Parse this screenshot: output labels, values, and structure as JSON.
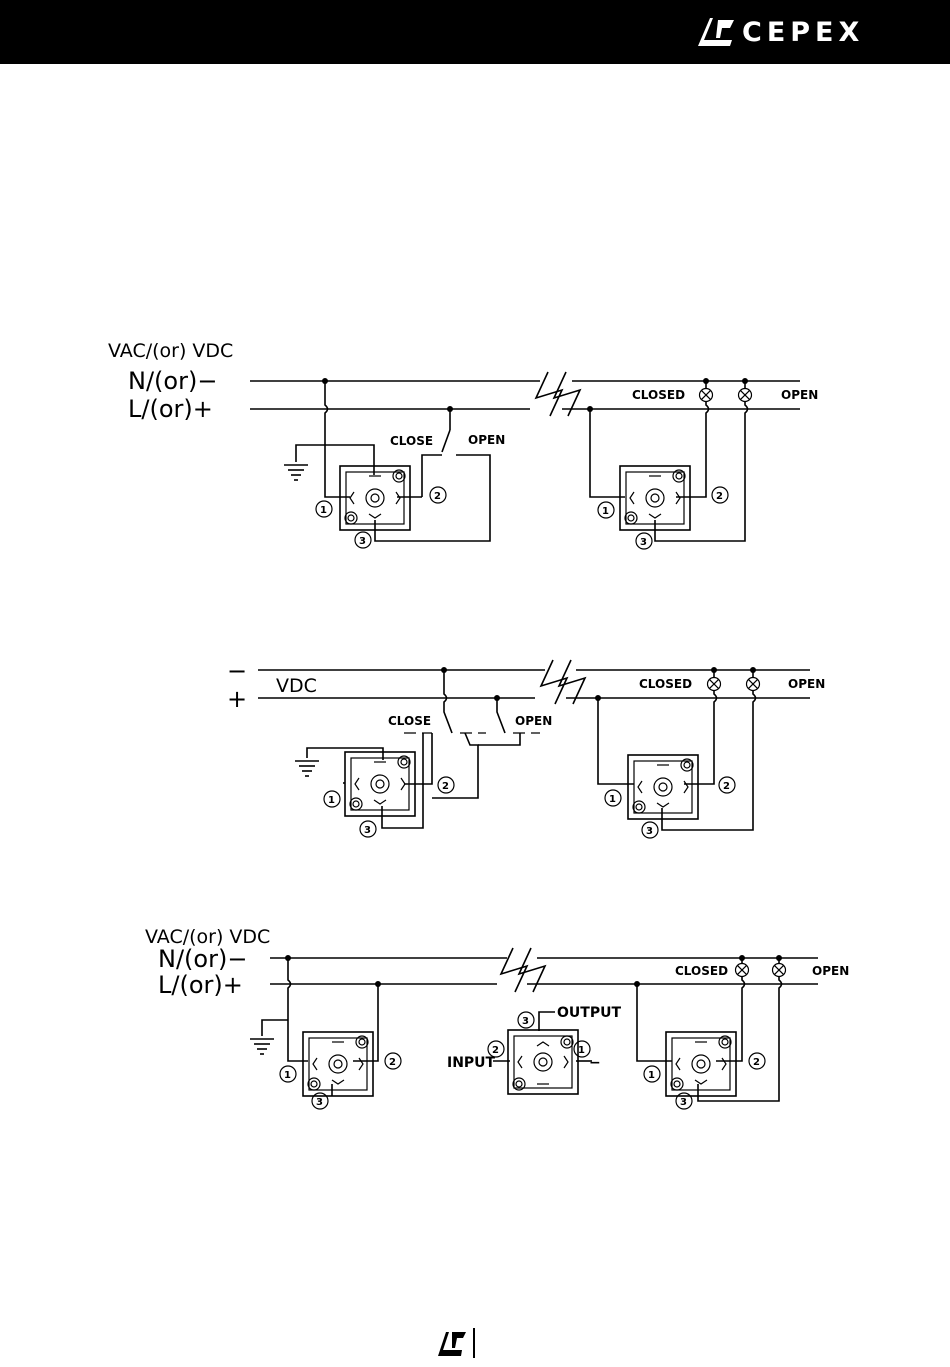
{
  "header": {
    "brand": "CEPEX",
    "background": "#000000",
    "foreground": "#ffffff"
  },
  "diagram1": {
    "supply": "VAC/(or) VDC",
    "line_n": "N/(or)−",
    "line_l": "L/(or)+",
    "close": "CLOSE",
    "open_switch": "OPEN",
    "closed_lamp": "CLOSED",
    "open_lamp": "OPEN",
    "t1": "1",
    "t2": "2",
    "t3": "3"
  },
  "diagram2": {
    "minus": "−",
    "plus": "+",
    "supply": "VDC",
    "close": "CLOSE",
    "open_switch": "OPEN",
    "closed_lamp": "CLOSED",
    "open_lamp": "OPEN",
    "t1": "1",
    "t2": "2",
    "t3": "3"
  },
  "diagram3": {
    "supply": "VAC/(or) VDC",
    "line_n": "N/(or)−",
    "line_l": "L/(or)+",
    "input": "INPUT",
    "output": "OUTPUT",
    "closed_lamp": "CLOSED",
    "open_lamp": "OPEN",
    "t1": "1",
    "t2": "2",
    "t3": "3",
    "minus": "−"
  },
  "icons": {
    "header_logo": "cepex-logo-icon",
    "footer_logo": "cepex-logo-icon"
  }
}
